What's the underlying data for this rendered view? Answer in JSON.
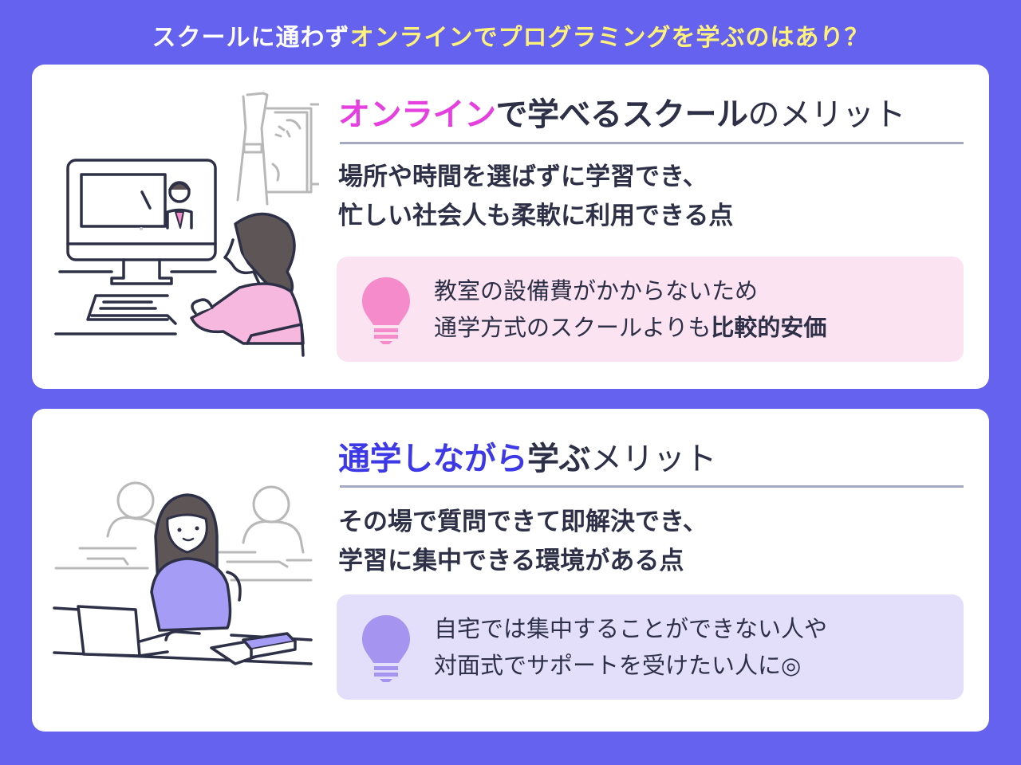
{
  "title": {
    "prefix": "スクールに通わず",
    "highlight": "オンラインでプログラミングを学ぶのはあり？"
  },
  "colors": {
    "background": "#6462ee",
    "title_highlight": "#fff27a",
    "online_accent": "#e53fe0",
    "commute_accent": "#3d39e6",
    "text": "#2d3047",
    "online_tip_bg": "#fbe3f2",
    "commute_tip_bg": "#e3defa",
    "online_bulb": "#f58bcb",
    "commute_bulb": "#a594f0"
  },
  "sections": [
    {
      "heading_accent": "オンライン",
      "heading_rest": "で学べるスクール",
      "heading_tail": "のメリット",
      "body_lines": [
        "場所や時間を選ばずに学習でき、",
        "忙しい社会人も柔軟に利用できる点"
      ],
      "tip_icon": "lightbulb-icon",
      "tip_line1": "教室の設備費がかからないため",
      "tip_line2_plain": "通学方式のスクールよりも",
      "tip_line2_bold": "比較的安価",
      "illustration": "woman-watching-online-lesson-on-computer"
    },
    {
      "heading_accent": "通学しながら",
      "heading_rest": "学ぶ",
      "heading_tail": "メリット",
      "body_lines": [
        "その場で質問できて即解決でき、",
        "学習に集中できる環境がある点"
      ],
      "tip_icon": "lightbulb-icon",
      "tip_line1": "自宅では集中することができない人や",
      "tip_line2_plain": "対面式でサポートを受けたい人に◎",
      "tip_line2_bold": "",
      "illustration": "student-with-laptop-in-classroom"
    }
  ]
}
